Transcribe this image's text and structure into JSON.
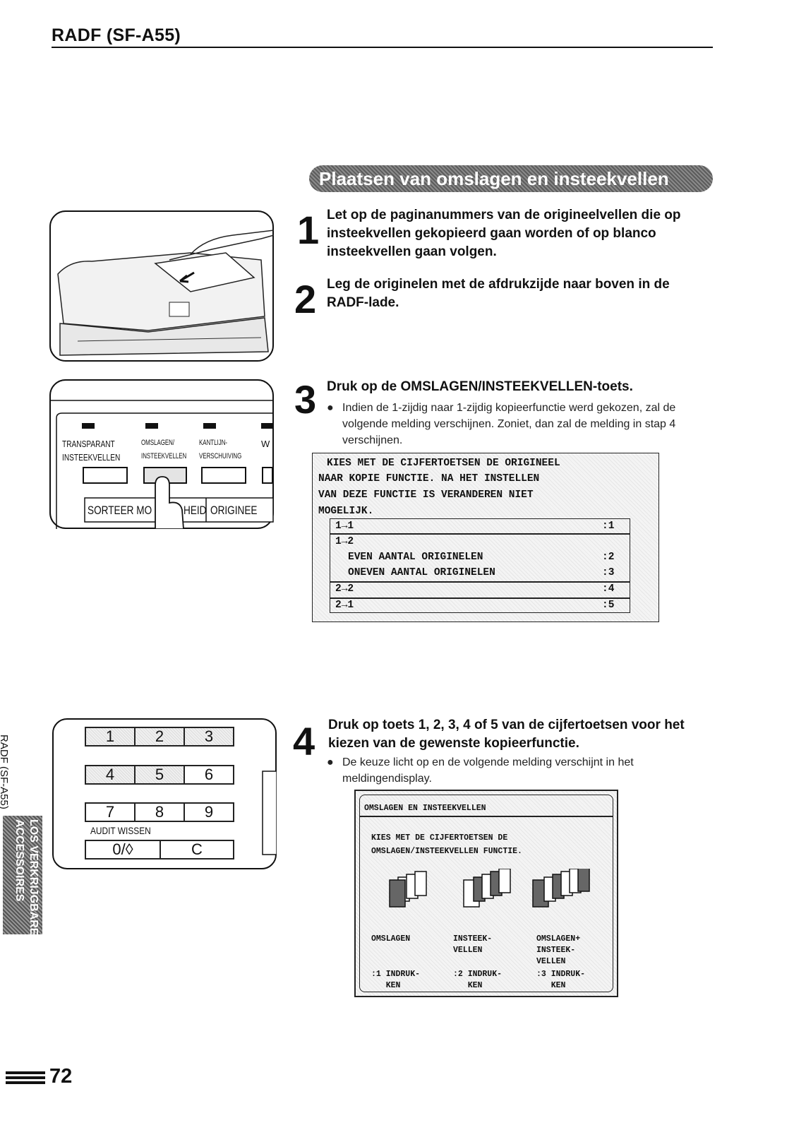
{
  "header": {
    "title": "RADF (SF-A55)"
  },
  "section_banner": "Plaatsen van omslagen en insteekvellen",
  "steps": [
    {
      "num": "1",
      "text": "Let op de paginanummers van de origineelvellen die op insteekvellen gekopieerd gaan worden of op blanco insteekvellen gaan volgen."
    },
    {
      "num": "2",
      "text": "Leg de originelen met de afdrukzijde naar boven in de RADF-lade."
    },
    {
      "num": "3",
      "text": "Druk op de OMSLAGEN/INSTEEKVELLEN-toets.",
      "bullet": "Indien de 1-zijdig naar 1-zijdig kopieerfunctie werd gekozen, zal de volgende melding verschijnen. Zoniet, dan zal de melding in stap 4 verschijnen."
    },
    {
      "num": "4",
      "text": "Druk op toets 1, 2, 3, 4 of 5 van de cijfertoetsen voor het kiezen van de gewenste kopieerfunctie.",
      "bullet": "De keuze licht op en de volgende melding verschijnt in het meldingendisplay."
    }
  ],
  "display1": {
    "lines": [
      "KIES MET DE CIJFERTOETSEN DE ORIGINEEL",
      "NAAR KOPIE FUNCTIE. NA HET INSTELLEN",
      "VAN DEZE FUNCTIE IS VERANDEREN NIET",
      "MOGELIJK."
    ],
    "options": [
      {
        "label": "1→1",
        "key": ":1"
      },
      {
        "label": "1→2",
        "key": ""
      },
      {
        "label": "EVEN AANTAL ORIGINELEN",
        "key": ":2"
      },
      {
        "label": "ONEVEN AANTAL ORIGINELEN",
        "key": ":3"
      },
      {
        "label": "2→2",
        "key": ":4"
      },
      {
        "label": "2→1",
        "key": ":5"
      }
    ]
  },
  "display2": {
    "title": "OMSLAGEN EN INSTEEKVELLEN",
    "lines": [
      "KIES MET DE CIJFERTOETSEN DE",
      "OMSLAGEN/INSTEEKVELLEN FUNCTIE."
    ],
    "options": [
      {
        "name": "OMSLAGEN",
        "key": ":1 INDRUK-\n   KEN"
      },
      {
        "name": "INSTEEK-\nVELLEN",
        "key": ":2 INDRUK-\n   KEN"
      },
      {
        "name": "OMSLAGEN+\nINSTEEK-\nVELLEN",
        "key": ":3 INDRUK-\n   KEN"
      }
    ]
  },
  "control_panel": {
    "labels": [
      "TRANSPARANT",
      "OMSLAGEN/",
      "KANTLIJN-",
      "W"
    ],
    "labels2": [
      "INSTEEKVELLEN",
      "INSTEEKVELLEN",
      "VERSCHUIVING"
    ],
    "bottom": [
      "SORTEER MO",
      "HEID",
      "ORIGINEE"
    ]
  },
  "keypad": {
    "rows": [
      [
        "1",
        "2",
        "3"
      ],
      [
        "4",
        "5",
        "6"
      ],
      [
        "7",
        "8",
        "9"
      ]
    ],
    "audit_label": "AUDIT WISSEN",
    "zero": "0/◊",
    "clear": "C"
  },
  "side": {
    "label": "RADF (SF-A55)",
    "tab": [
      "LOS VERKRIJGBARE",
      "ACCESSOIRES"
    ]
  },
  "footer": {
    "page": "72"
  }
}
